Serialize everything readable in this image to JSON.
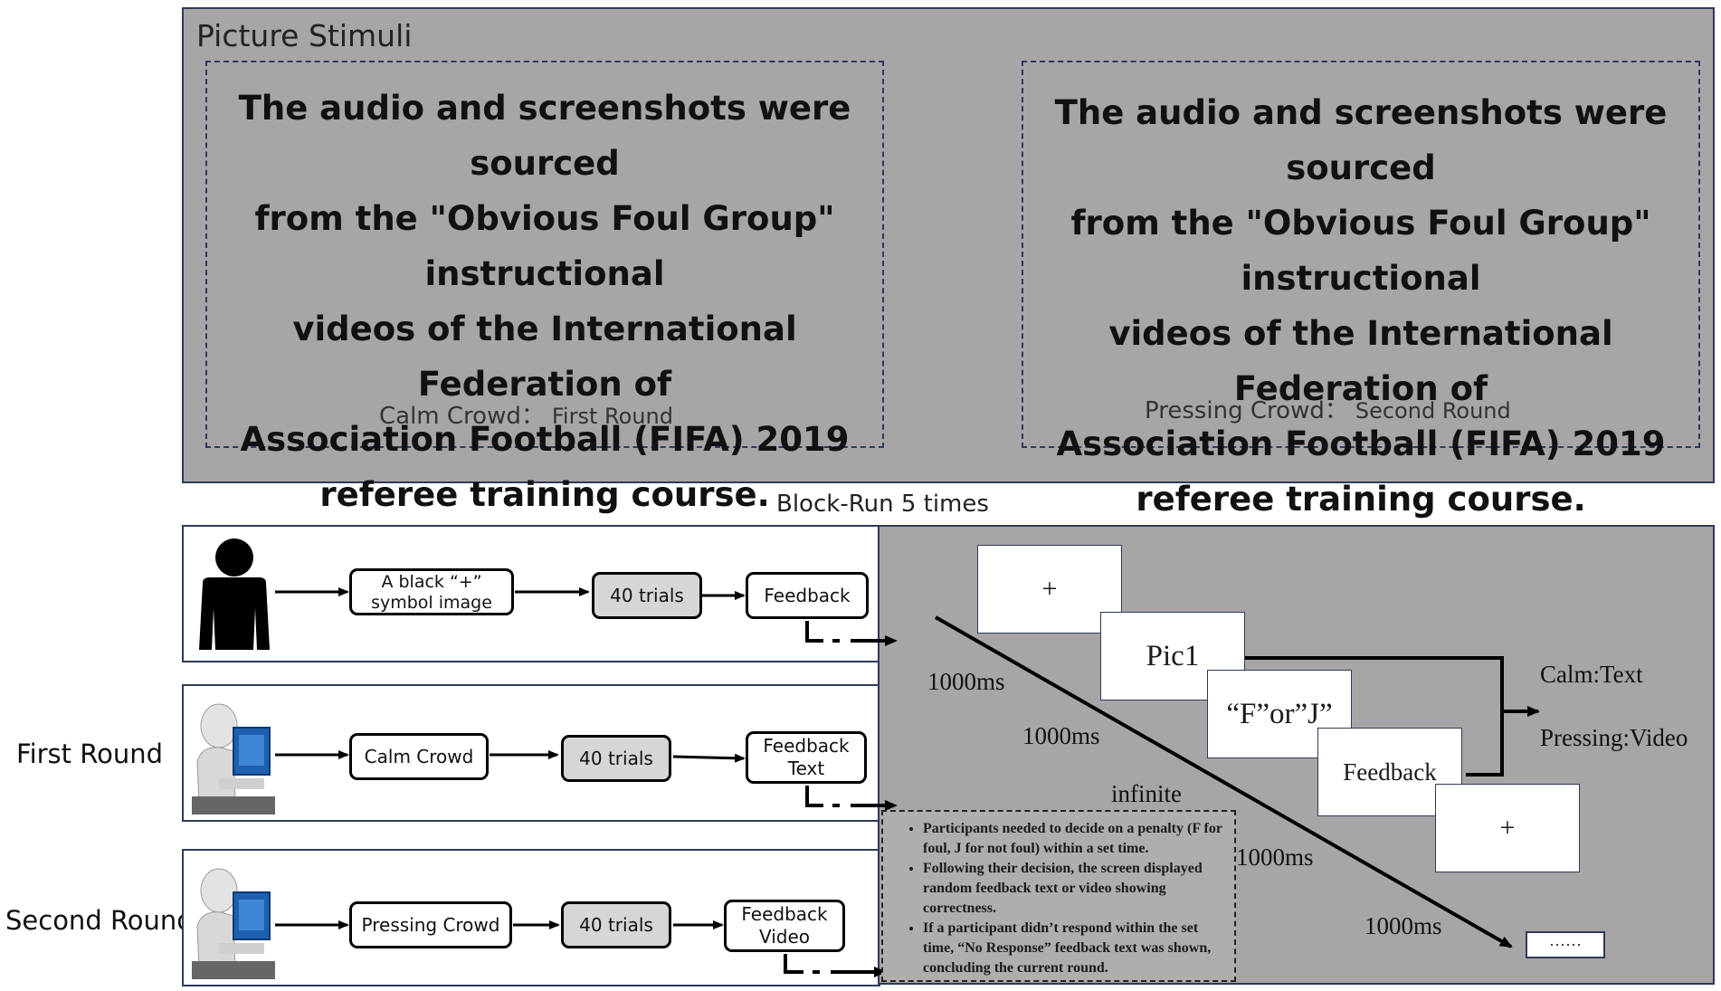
{
  "stimuli": {
    "title": "Picture Stimuli",
    "left_box": {
      "lines": [
        "The audio and screenshots were sourced",
        "from the \"Obvious Foul Group\" instructional",
        "videos of the International Federation of",
        "Association Football (FIFA) 2019",
        "referee training course."
      ],
      "caption_label": "Calm Crowd：",
      "caption_value": "First Round"
    },
    "right_box": {
      "lines": [
        "The audio and screenshots were sourced",
        "from the \"Obvious Foul Group\" instructional",
        "videos of the International Federation of",
        "Association Football (FIFA) 2019",
        "referee training course."
      ],
      "caption_label": "Pressing Crowd：",
      "caption_value": "Second Round"
    }
  },
  "block_label": "Block-Run 5 times",
  "rows": [
    {
      "label": "",
      "step1": [
        "A black “+”",
        "symbol image"
      ],
      "step2": "40 trials",
      "step3": [
        "Feedback"
      ]
    },
    {
      "label": "First Round",
      "step1": [
        "Calm Crowd"
      ],
      "step2": "40 trials",
      "step3": [
        "Feedback",
        "Text"
      ]
    },
    {
      "label": "Second Round",
      "step1": [
        "Pressing Crowd"
      ],
      "step2": "40 trials",
      "step3": [
        "Feedback",
        "Video"
      ]
    }
  ],
  "timeline": {
    "slides": {
      "fixation1": "+",
      "pic": "Pic1",
      "response": "“F”or”J”",
      "feedback": "Feedback",
      "fixation2": "+",
      "more": "······"
    },
    "durations": [
      "1000ms",
      "1000ms",
      "infinite",
      "1000ms",
      "1000ms"
    ],
    "outcomes": [
      "Calm:Text",
      "Pressing:Video"
    ]
  },
  "instructions": [
    "Participants needed to decide on a penalty (F for foul, J for not foul) within a set time.",
    "Following their decision, the screen displayed random feedback text or video showing correctness.",
    "If a participant didn’t respond within the set time, “No Response” feedback text was shown, concluding the current round."
  ],
  "icons": [
    "person-silhouette-icon",
    "person-at-computer-icon",
    "person-at-computer-icon"
  ],
  "colors": {
    "panel_grey": "#a8a5a6",
    "border_navy": "#2f3a5a",
    "trial_box_grey": "#d6d6d6"
  }
}
